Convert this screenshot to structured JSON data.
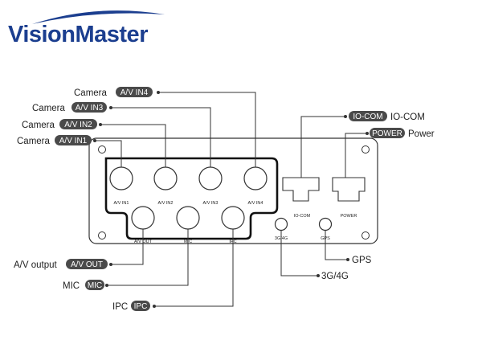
{
  "brand": {
    "logo_text": "VisionMaster",
    "primary_color": "#1b3e8f"
  },
  "callouts": {
    "cam4": {
      "text": "Camera",
      "badge": "A/V IN4"
    },
    "cam3": {
      "text": "Camera",
      "badge": "A/V IN3"
    },
    "cam2": {
      "text": "Camera",
      "badge": "A/V IN2"
    },
    "cam1": {
      "text": "Camera",
      "badge": "A/V IN1"
    },
    "iocom": {
      "badge": "IO-COM",
      "text": "IO-COM"
    },
    "power": {
      "badge": "POWER",
      "text": "Power"
    },
    "avout": {
      "text": "A/V output",
      "badge": "A/V OUT"
    },
    "mic": {
      "text": "MIC",
      "badge": "MIC"
    },
    "ipc": {
      "text": "IPC",
      "badge": "IPC"
    },
    "gps": {
      "text": "GPS"
    },
    "g34": {
      "text": "3G/4G"
    }
  },
  "ports": {
    "av_in1": "A/V IN1",
    "av_in2": "A/V IN2",
    "av_in3": "A/V IN3",
    "av_in4": "A/V IN4",
    "av_out": "A/V OUT",
    "mic": "MIC",
    "ipc": "IPC",
    "g34": "3G/4G",
    "gps": "GPS",
    "iocom": "IO-COM",
    "power": "POWER"
  }
}
